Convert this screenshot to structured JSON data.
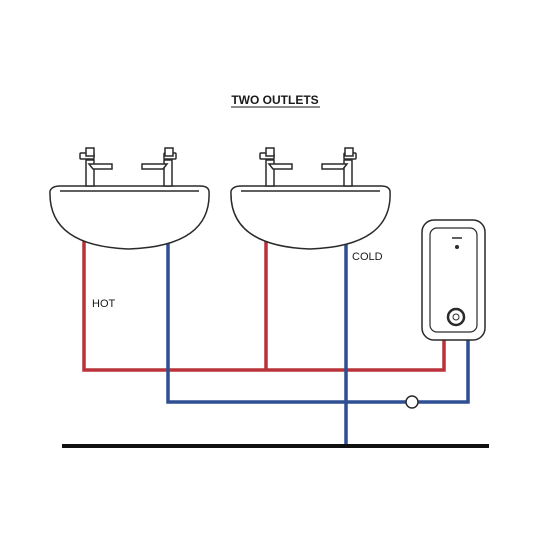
{
  "diagram": {
    "title": "TWO OUTLETS",
    "labels": {
      "hot": "HOT",
      "cold": "COLD"
    },
    "colors": {
      "hot_pipe": "#b8323a",
      "cold_pipe": "#2e4f92",
      "outline": "#2a2a2a",
      "ground": "#111111"
    },
    "components": {
      "basins": 2,
      "taps_per_basin": 2,
      "water_heater": "under-sink water heater",
      "cold_supply_valve": "valve-icon"
    }
  }
}
